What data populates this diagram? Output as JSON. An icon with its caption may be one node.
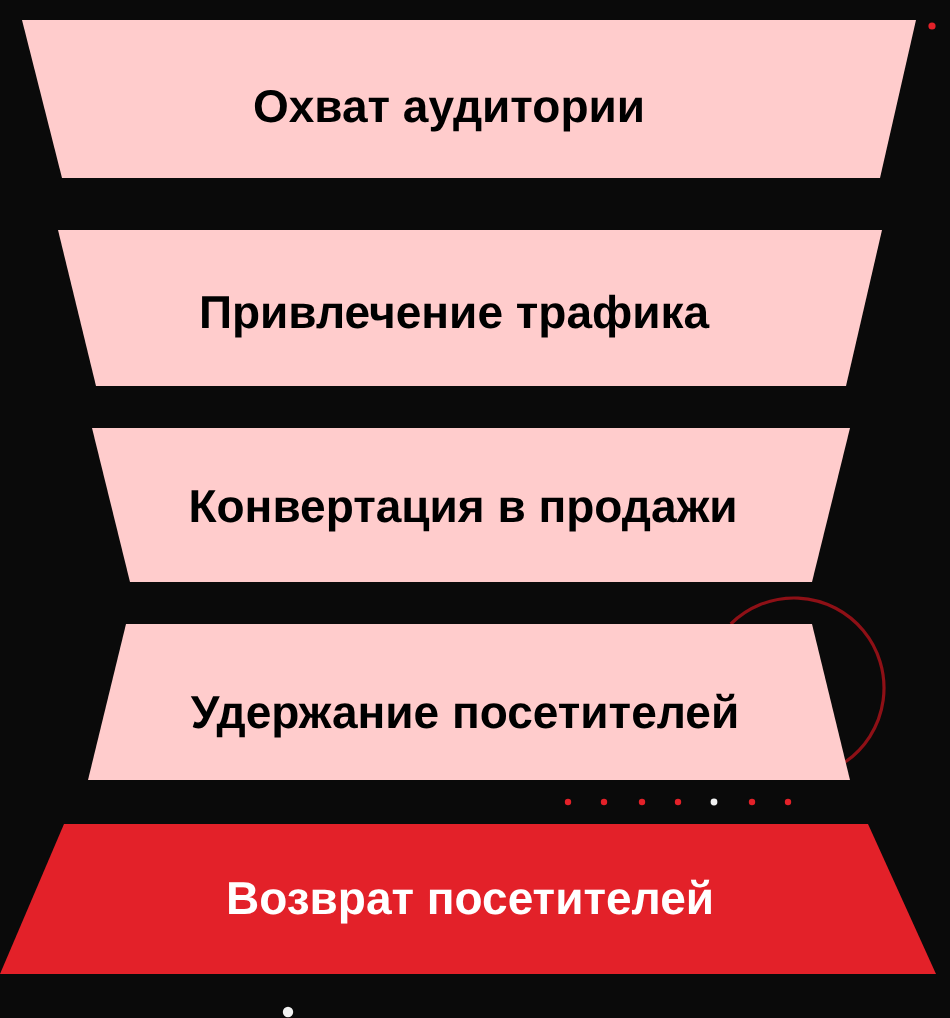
{
  "diagram": {
    "nodes": [
      {
        "text": [
          "Охват аудитории"
        ]
      },
      {
        "text": [
          "Привлечение трафика"
        ]
      },
      {
        "text": [
          "Конвертация в продажи"
        ]
      },
      {
        "text": [
          "Удержание посетителей"
        ]
      },
      {
        "text": [
          "Возврат посетителей"
        ]
      }
    ]
  }
}
